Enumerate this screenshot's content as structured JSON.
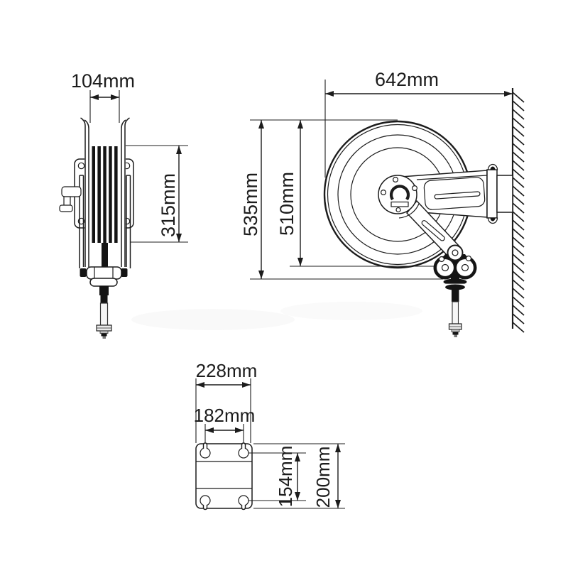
{
  "drawing": {
    "background": "#ffffff",
    "ink_color": "#1c1c1c",
    "views": {
      "side": {
        "width": "104mm",
        "drum_height": "315mm"
      },
      "front": {
        "width": "642mm",
        "overall_height": "535mm",
        "reel_height": "510mm"
      },
      "bracket": {
        "width": "228mm",
        "hole_spacing_width": "182mm",
        "hole_spacing_height": "154mm",
        "height": "200mm"
      }
    }
  }
}
